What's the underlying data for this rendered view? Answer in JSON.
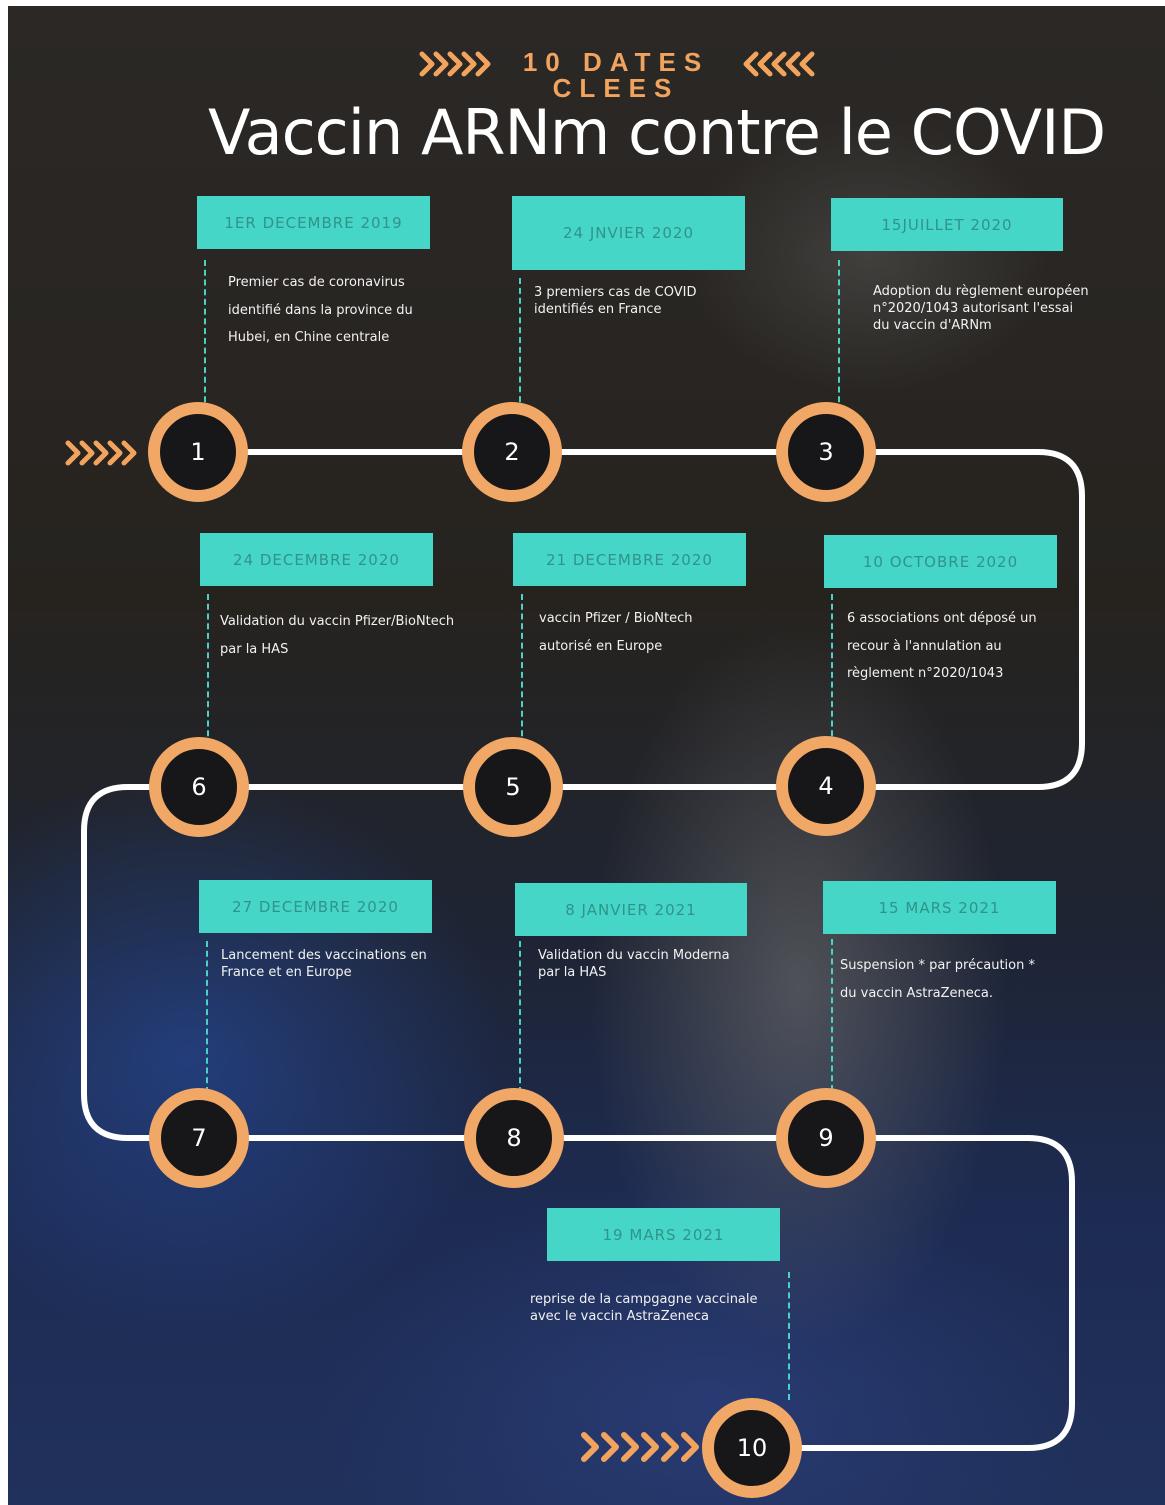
{
  "header": {
    "kicker_line1": "10 DATES",
    "kicker_line2": "CLEES",
    "title": "Vaccin ARNm contre le COVID"
  },
  "colors": {
    "accent_orange": "#f1a866",
    "teal_box": "#46d6c7",
    "teal_text": "#2f948b",
    "line": "#ffffff"
  },
  "icons": [
    "chevron-arrows-icon"
  ],
  "events": [
    {
      "number": "1",
      "date": "1ER DECEMBRE 2019",
      "text": "Premier cas de coronavirus\nidentifié  dans la province du\nHubei, en Chine centrale"
    },
    {
      "number": "2",
      "date": "24 JNVIER  2020",
      "text": "3 premiers cas de COVID\nidentifiés  en France"
    },
    {
      "number": "3",
      "date": "15JUILLET 2020",
      "text": "Adoption du règlement européen\nn°2020/1043 autorisant l'essai\ndu vaccin d'ARNm"
    },
    {
      "number": "4",
      "date": "10 OCTOBRE 2020",
      "text": "6  associations ont déposé un\nrecour à l'annulation au\nrèglement n°2020/1043"
    },
    {
      "number": "5",
      "date": "21 DECEMBRE   2020",
      "text": "vaccin Pfizer / BioNtech\nautorisé en Europe"
    },
    {
      "number": "6",
      "date": "24 DECEMBRE 2020",
      "text": "Validation du vaccin Pfizer/BioNtech\npar la HAS"
    },
    {
      "number": "7",
      "date": "27 DECEMBRE 2020",
      "text": "Lancement des vaccinations en\nFrance et en Europe"
    },
    {
      "number": "8",
      "date": "8 JANVIER 2021",
      "text": "Validation du vaccin Moderna\npar la HAS"
    },
    {
      "number": "9",
      "date": "15 MARS 2021",
      "text": "Suspension * par précaution *\ndu vaccin AstraZeneca."
    },
    {
      "number": "10",
      "date": "19 MARS 2021",
      "text": "reprise de la campgagne vaccinale\navec le vaccin AstraZeneca"
    }
  ]
}
